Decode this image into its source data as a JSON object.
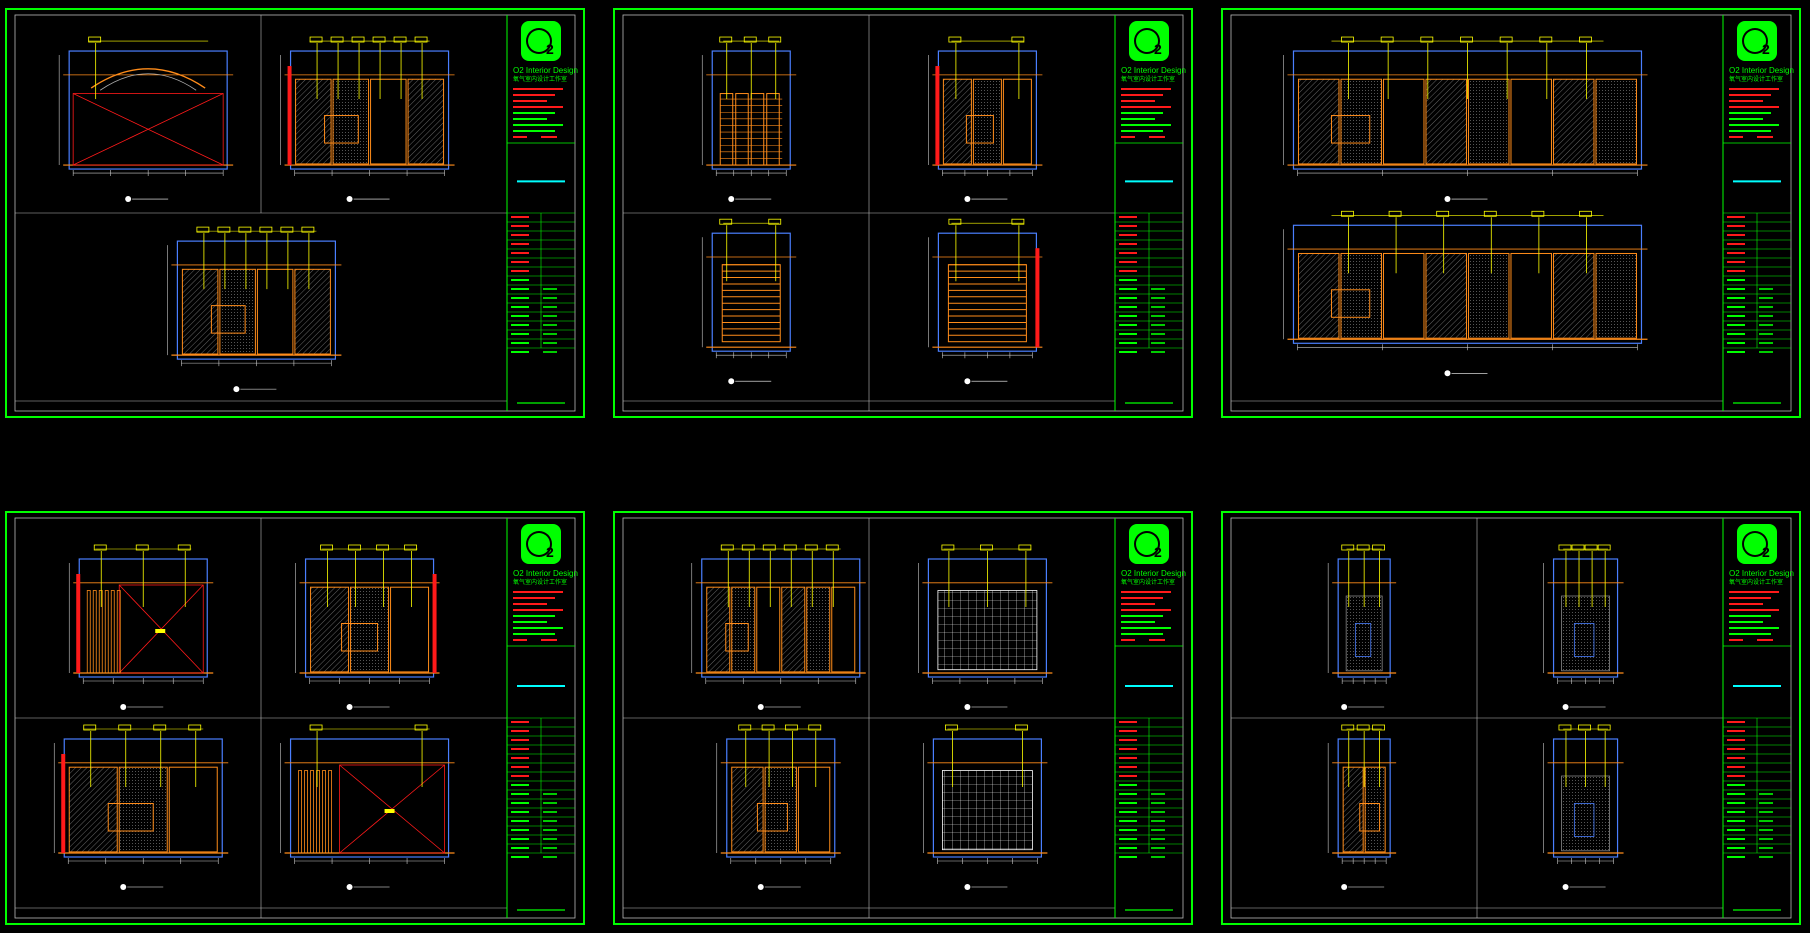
{
  "window": {
    "title": "",
    "background": "#000000"
  },
  "colors": {
    "frame": "#00ff00",
    "inner_frame": "#ffffff",
    "wall_outline": "#4a7fff",
    "cabinet": "#ff8c1a",
    "leader": "#ffff00",
    "accent_red": "#ff1a1a",
    "title_text": "#00ffff",
    "dimension": "#c8c8c8"
  },
  "sheets": [
    {
      "id": "sheet-1",
      "brand": "O2 Interior Design",
      "brand_cn": "氧气室内设计工作室",
      "logo": "2",
      "layout": "3-top2-bottom1"
    },
    {
      "id": "sheet-2",
      "brand": "O2 Interior Design",
      "brand_cn": "氧气室内设计工作室",
      "logo": "2",
      "layout": "4-grid"
    },
    {
      "id": "sheet-3",
      "brand": "O2 Interior Design",
      "brand_cn": "氧气室内设计工作室",
      "logo": "2",
      "layout": "2-stacked"
    },
    {
      "id": "sheet-4",
      "brand": "O2 Interior Design",
      "brand_cn": "氧气室内设计工作室",
      "logo": "2",
      "layout": "4-grid"
    },
    {
      "id": "sheet-5",
      "brand": "O2 Interior Design",
      "brand_cn": "氧气室内设计工作室",
      "logo": "2",
      "layout": "4-grid"
    },
    {
      "id": "sheet-6",
      "brand": "O2 Interior Design",
      "brand_cn": "氧气室内设计工作室",
      "logo": "2",
      "layout": "4-grid"
    }
  ],
  "icons": {
    "logo": "o2-logo-icon",
    "section_marker": "section-marker-icon"
  }
}
